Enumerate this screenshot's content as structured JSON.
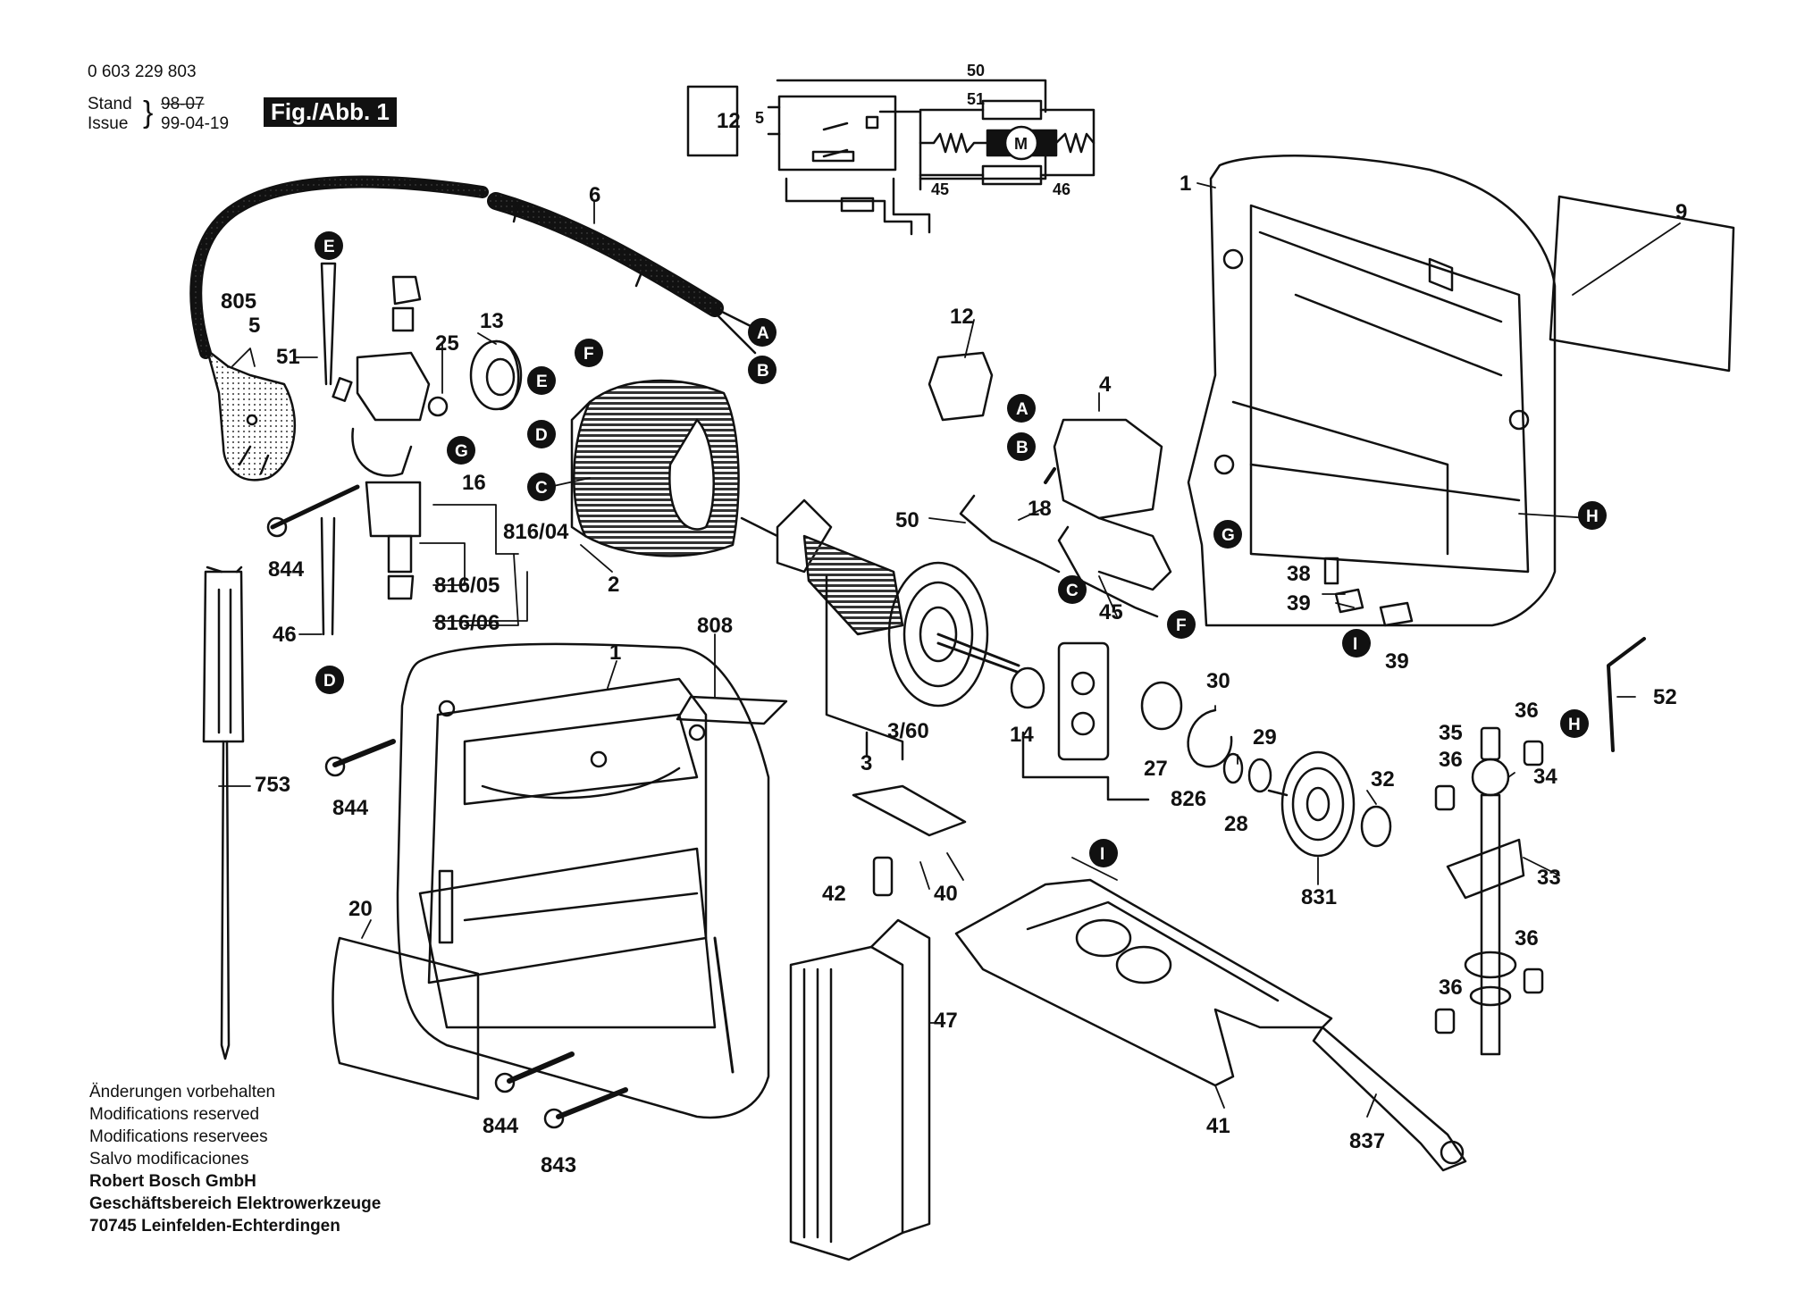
{
  "header": {
    "part_number": "0 603 229 803",
    "stand_label": "Stand",
    "issue_label": "Issue",
    "stand_date_struck": "98-07",
    "issue_date": "99-04-19",
    "figure_tag": "Fig./Abb. 1"
  },
  "wiring": {
    "switch_label": "12",
    "switch_contact": "5",
    "top_wire": "50",
    "upper_wire": "51",
    "motor": "M",
    "lower_left_wire": "45",
    "lower_right_wire": "46"
  },
  "markers": [
    "E",
    "F",
    "A",
    "B",
    "D",
    "C",
    "G",
    "I",
    "H"
  ],
  "labels": {
    "l1_housing_right": "1",
    "l1_housing_left": "1",
    "l2": "2",
    "l3": "3",
    "l3_60": "3/60",
    "l4": "4",
    "l5": "5",
    "l6": "6",
    "l9": "9",
    "l12": "12",
    "l13": "13",
    "l14": "14",
    "l16": "16",
    "l18": "18",
    "l20": "20",
    "l25": "25",
    "l27": "27",
    "l28": "28",
    "l29": "29",
    "l30": "30",
    "l32": "32",
    "l33": "33",
    "l34": "34",
    "l35": "35",
    "l36_a": "36",
    "l36_b": "36",
    "l36_c": "36",
    "l36_d": "36",
    "l38": "38",
    "l39_a": "39",
    "l39_b": "39",
    "l40": "40",
    "l41": "41",
    "l42": "42",
    "l45": "45",
    "l46": "46",
    "l47": "47",
    "l50": "50",
    "l51": "51",
    "l52": "52",
    "l753": "753",
    "l805": "805",
    "l808": "808",
    "l816_04": "816/04",
    "l816_05": "816/05",
    "l816_06": "816/06",
    "l826": "826",
    "l831": "831",
    "l837": "837",
    "l843": "843",
    "l844_a": "844",
    "l844_b": "844",
    "l844_c": "844"
  },
  "footer": {
    "line1": "Änderungen vorbehalten",
    "line2": "Modifications reserved",
    "line3": "Modifications reservees",
    "line4": "Salvo modificaciones",
    "company1": "Robert Bosch GmbH",
    "company2": "Geschäftsbereich Elektrowerkzeuge",
    "company3": "70745 Leinfelden-Echterdingen"
  },
  "colors": {
    "ink": "#111111",
    "paper": "#ffffff",
    "shade": "#555555"
  }
}
